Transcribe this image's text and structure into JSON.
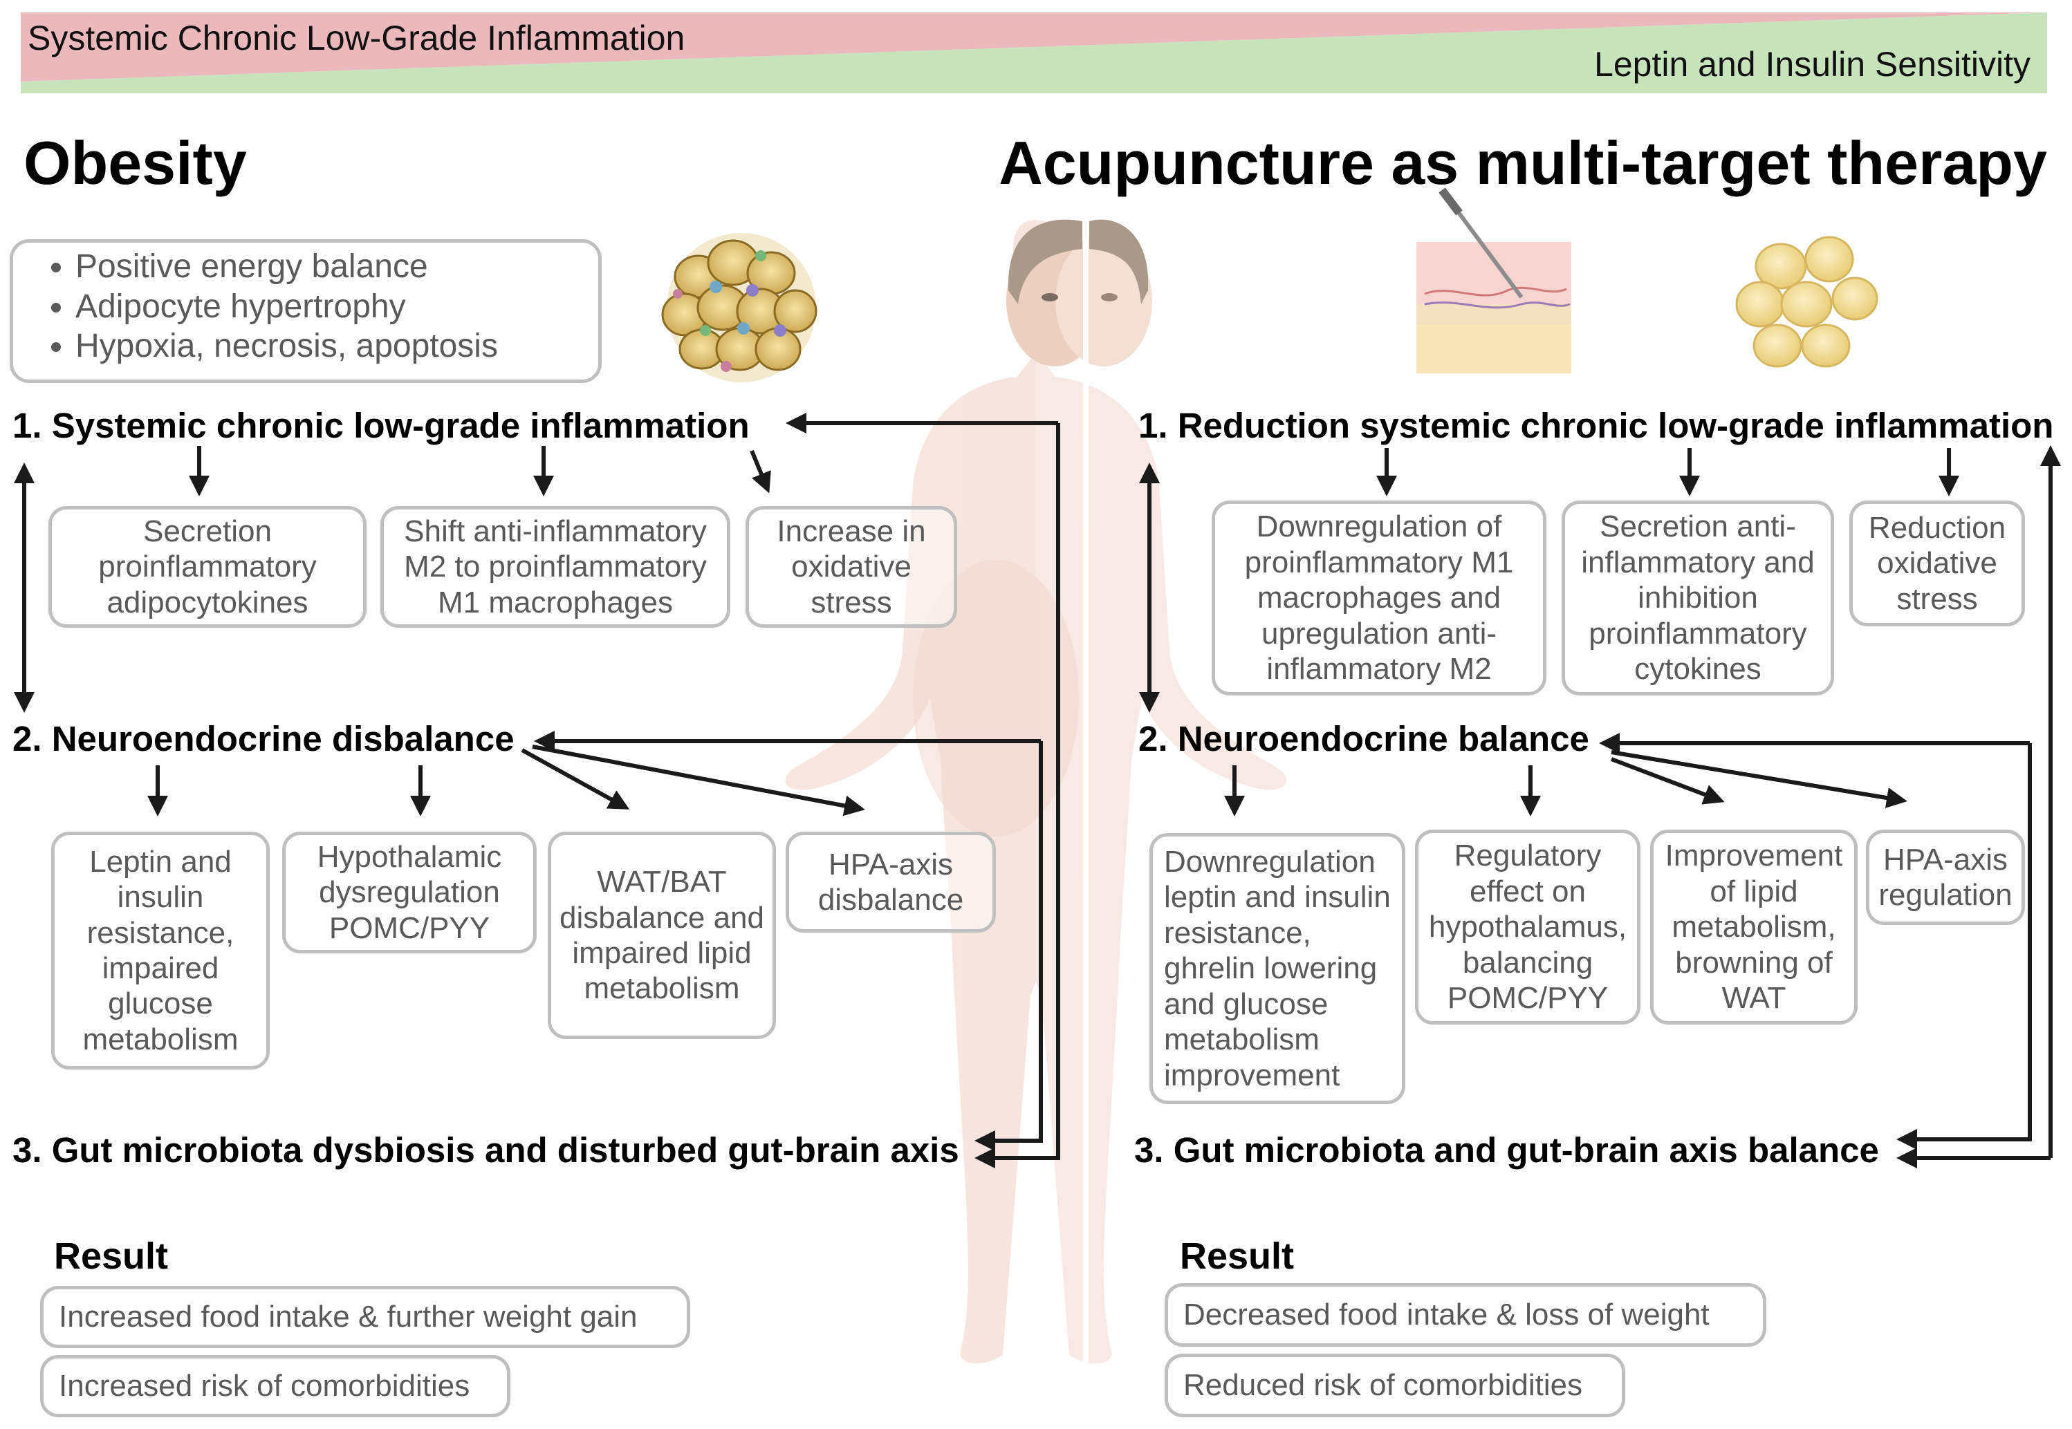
{
  "banner": {
    "inflammation_label": "Systemic Chronic Low-Grade Inflammation",
    "sensitivity_label": "Leptin and Insulin Sensitivity",
    "inflammation_color": "#ebb9bc",
    "sensitivity_color": "#c7e3bc"
  },
  "left": {
    "title": "Obesity",
    "intro_items": [
      "Positive energy balance",
      "Adipocyte hypertrophy",
      "Hypoxia, necrosis, apoptosis"
    ],
    "section1": {
      "heading": "1. Systemic chronic low-grade inflammation",
      "boxes": [
        "Secretion proinflammatory adipocytokines",
        "Shift anti-inflammatory M2 to proinflammatory M1 macrophages",
        "Increase in oxidative stress"
      ]
    },
    "section2": {
      "heading": "2. Neuroendocrine disbalance",
      "boxes": [
        "Leptin and insulin resistance, impaired glucose metabolism",
        "Hypothalamic dysregulation POMC/PYY",
        "WAT/BAT disbalance and impaired lipid metabolism",
        "HPA-axis disbalance"
      ]
    },
    "section3": {
      "heading": "3. Gut microbiota dysbiosis and disturbed gut-brain axis"
    },
    "result": {
      "heading": "Result",
      "items": [
        "Increased food intake & further weight gain",
        "Increased risk of comorbidities"
      ]
    }
  },
  "right": {
    "title": "Acupuncture as multi-target therapy",
    "section1": {
      "heading": "1. Reduction systemic chronic low-grade inflammation",
      "boxes": [
        "Downregulation of proinflammatory M1 macrophages and upregulation anti-inflammatory M2",
        "Secretion anti-inflammatory and inhibition proinflammatory cytokines",
        "Reduction oxidative stress"
      ]
    },
    "section2": {
      "heading": "2. Neuroendocrine balance",
      "boxes": [
        "Downregulation leptin and insulin resistance, ghrelin lowering and glucose metabolism improvement",
        "Regulatory effect on hypothalamus, balancing POMC/PYY",
        "Improvement of lipid metabolism, browning of WAT",
        "HPA-axis regulation"
      ]
    },
    "section3": {
      "heading": "3. Gut microbiota and gut-brain axis balance"
    },
    "result": {
      "heading": "Result",
      "items": [
        "Decreased food intake & loss of weight",
        "Reduced risk of comorbidities"
      ]
    }
  },
  "colors": {
    "body_fill": "#f6e3dc",
    "hair": "#a08f7c",
    "box_border": "#bfbfbf",
    "box_text": "#595959",
    "adipocyte": "#f2d98a"
  }
}
